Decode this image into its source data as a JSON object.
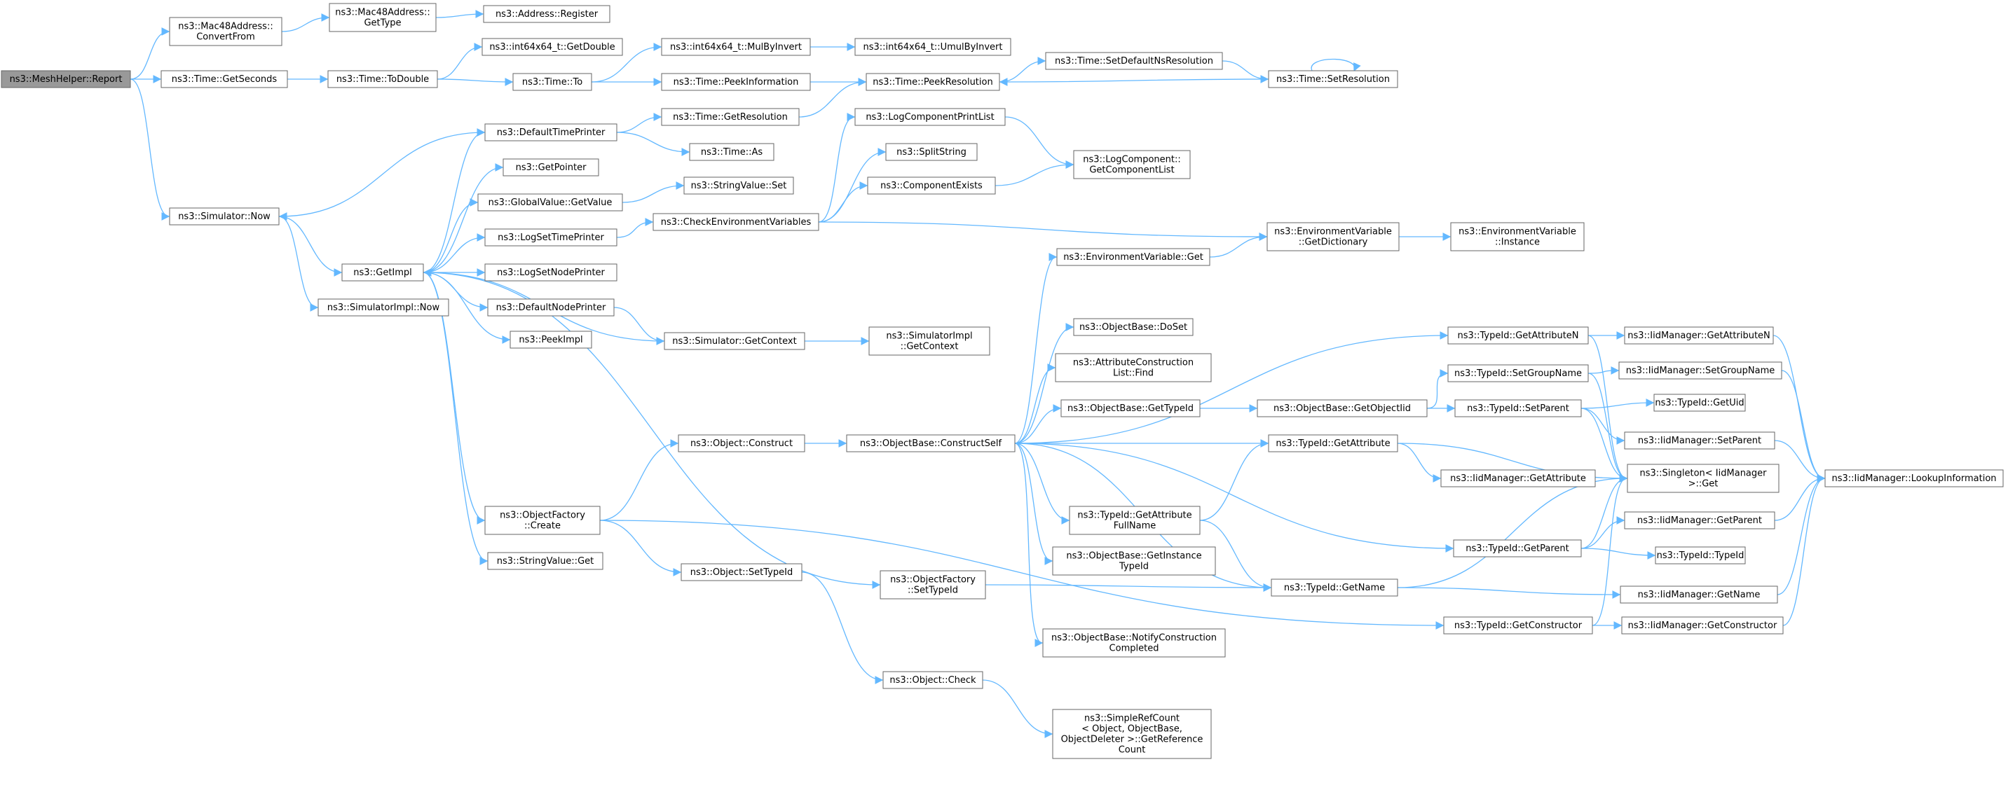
{
  "graph": {
    "root": "report",
    "colors": {
      "edge": "#63b8ff",
      "root_fill": "#999999",
      "node_border": "#666666"
    },
    "nodes": [
      {
        "id": "report",
        "lines": [
          "ns3::MeshHelper::Report"
        ]
      },
      {
        "id": "mac48cf",
        "lines": [
          "ns3::Mac48Address::",
          "ConvertFrom"
        ]
      },
      {
        "id": "mac48gt",
        "lines": [
          "ns3::Mac48Address::",
          "GetType"
        ]
      },
      {
        "id": "addrreg",
        "lines": [
          "ns3::Address::Register"
        ]
      },
      {
        "id": "getsec",
        "lines": [
          "ns3::Time::GetSeconds"
        ]
      },
      {
        "id": "todouble",
        "lines": [
          "ns3::Time::ToDouble"
        ]
      },
      {
        "id": "getdouble",
        "lines": [
          "ns3::int64x64_t::GetDouble"
        ]
      },
      {
        "id": "timeto",
        "lines": [
          "ns3::Time::To"
        ]
      },
      {
        "id": "mulbyinv",
        "lines": [
          "ns3::int64x64_t::MulByInvert"
        ]
      },
      {
        "id": "umulbyinv",
        "lines": [
          "ns3::int64x64_t::UmulByInvert"
        ]
      },
      {
        "id": "peekinfo",
        "lines": [
          "ns3::Time::PeekInformation"
        ]
      },
      {
        "id": "peekres",
        "lines": [
          "ns3::Time::PeekResolution"
        ]
      },
      {
        "id": "setdefns",
        "lines": [
          "ns3::Time::SetDefaultNsResolution"
        ]
      },
      {
        "id": "setres",
        "lines": [
          "ns3::Time::SetResolution"
        ]
      },
      {
        "id": "simnow",
        "lines": [
          "ns3::Simulator::Now"
        ]
      },
      {
        "id": "deftp",
        "lines": [
          "ns3::DefaultTimePrinter"
        ]
      },
      {
        "id": "getres",
        "lines": [
          "ns3::Time::GetResolution"
        ]
      },
      {
        "id": "timeas",
        "lines": [
          "ns3::Time::As"
        ]
      },
      {
        "id": "getptr",
        "lines": [
          "ns3::GetPointer"
        ]
      },
      {
        "id": "gvget",
        "lines": [
          "ns3::GlobalValue::GetValue"
        ]
      },
      {
        "id": "svset",
        "lines": [
          "ns3::StringValue::Set"
        ]
      },
      {
        "id": "logstp",
        "lines": [
          "ns3::LogSetTimePrinter"
        ]
      },
      {
        "id": "checkenv",
        "lines": [
          "ns3::CheckEnvironmentVariables"
        ]
      },
      {
        "id": "logcpl",
        "lines": [
          "ns3::LogComponentPrintList"
        ]
      },
      {
        "id": "splitstr",
        "lines": [
          "ns3::SplitString"
        ]
      },
      {
        "id": "compexists",
        "lines": [
          "ns3::ComponentExists"
        ]
      },
      {
        "id": "lcgcl",
        "lines": [
          "ns3::LogComponent::",
          "GetComponentList"
        ]
      },
      {
        "id": "evgetdict",
        "lines": [
          "ns3::EnvironmentVariable",
          "::GetDictionary"
        ]
      },
      {
        "id": "evinst",
        "lines": [
          "ns3::EnvironmentVariable",
          "::Instance"
        ]
      },
      {
        "id": "getimpl",
        "lines": [
          "ns3::GetImpl"
        ]
      },
      {
        "id": "simimplnow",
        "lines": [
          "ns3::SimulatorImpl::Now"
        ]
      },
      {
        "id": "logsnp",
        "lines": [
          "ns3::LogSetNodePrinter"
        ]
      },
      {
        "id": "defnp",
        "lines": [
          "ns3::DefaultNodePrinter"
        ]
      },
      {
        "id": "peekimpl",
        "lines": [
          "ns3::PeekImpl"
        ]
      },
      {
        "id": "simgetctx",
        "lines": [
          "ns3::Simulator::GetContext"
        ]
      },
      {
        "id": "simimplgetctx",
        "lines": [
          "ns3::SimulatorImpl",
          "::GetContext"
        ]
      },
      {
        "id": "evget",
        "lines": [
          "ns3::EnvironmentVariable::Get"
        ]
      },
      {
        "id": "obdoset",
        "lines": [
          "ns3::ObjectBase::DoSet"
        ]
      },
      {
        "id": "attrcons",
        "lines": [
          "ns3::AttributeConstruction",
          "List::Find"
        ]
      },
      {
        "id": "obgettid",
        "lines": [
          "ns3::ObjectBase::GetTypeId"
        ]
      },
      {
        "id": "objconstruct",
        "lines": [
          "ns3::Object::Construct"
        ]
      },
      {
        "id": "obconstructself",
        "lines": [
          "ns3::ObjectBase::ConstructSelf"
        ]
      },
      {
        "id": "objfactcreate",
        "lines": [
          "ns3::ObjectFactory",
          "::Create"
        ]
      },
      {
        "id": "objsettid",
        "lines": [
          "ns3::Object::SetTypeId"
        ]
      },
      {
        "id": "svget",
        "lines": [
          "ns3::StringValue::Get"
        ]
      },
      {
        "id": "objfactsettid",
        "lines": [
          "ns3::ObjectFactory",
          "::SetTypeId"
        ]
      },
      {
        "id": "objcheck",
        "lines": [
          "ns3::Object::Check"
        ]
      },
      {
        "id": "srcgetref",
        "lines": [
          "ns3::SimpleRefCount",
          "< Object, ObjectBase,",
          "ObjectDeleter >::GetReference",
          "Count"
        ]
      },
      {
        "id": "tidgetattrfull",
        "lines": [
          "ns3::TypeId::GetAttribute",
          "FullName"
        ]
      },
      {
        "id": "obgetinsttid",
        "lines": [
          "ns3::ObjectBase::GetInstance",
          "TypeId"
        ]
      },
      {
        "id": "obnotify",
        "lines": [
          "ns3::ObjectBase::NotifyConstruction",
          "Completed"
        ]
      },
      {
        "id": "obgetoid",
        "lines": [
          "ns3::ObjectBase::GetObjectIid"
        ]
      },
      {
        "id": "tidgetattrn",
        "lines": [
          "ns3::TypeId::GetAttributeN"
        ]
      },
      {
        "id": "tidsetgroup",
        "lines": [
          "ns3::TypeId::SetGroupName"
        ]
      },
      {
        "id": "tidsetparent",
        "lines": [
          "ns3::TypeId::SetParent"
        ]
      },
      {
        "id": "tidgetattr",
        "lines": [
          "ns3::TypeId::GetAttribute"
        ]
      },
      {
        "id": "iidgetattr",
        "lines": [
          "ns3::IidManager::GetAttribute"
        ]
      },
      {
        "id": "tidgetparent",
        "lines": [
          "ns3::TypeId::GetParent"
        ]
      },
      {
        "id": "tidgetname",
        "lines": [
          "ns3::TypeId::GetName"
        ]
      },
      {
        "id": "tidgetctor",
        "lines": [
          "ns3::TypeId::GetConstructor"
        ]
      },
      {
        "id": "iidgetattrn",
        "lines": [
          "ns3::IidManager::GetAttributeN"
        ]
      },
      {
        "id": "iidsetgroup",
        "lines": [
          "ns3::IidManager::SetGroupName"
        ]
      },
      {
        "id": "tidgetuid",
        "lines": [
          "ns3::TypeId::GetUid"
        ]
      },
      {
        "id": "iidsetparent",
        "lines": [
          "ns3::IidManager::SetParent"
        ]
      },
      {
        "id": "singletonget",
        "lines": [
          "ns3::Singleton< IidManager",
          ">::Get"
        ]
      },
      {
        "id": "iidgetparent",
        "lines": [
          "ns3::IidManager::GetParent"
        ]
      },
      {
        "id": "tidtypeid",
        "lines": [
          "ns3::TypeId::TypeId"
        ]
      },
      {
        "id": "iidgetname",
        "lines": [
          "ns3::IidManager::GetName"
        ]
      },
      {
        "id": "iidgetctor",
        "lines": [
          "ns3::IidManager::GetConstructor"
        ]
      },
      {
        "id": "iidlookup",
        "lines": [
          "ns3::IidManager::LookupInformation"
        ]
      }
    ],
    "edges": [
      [
        "report",
        "mac48cf"
      ],
      [
        "report",
        "getsec"
      ],
      [
        "report",
        "simnow"
      ],
      [
        "mac48cf",
        "mac48gt"
      ],
      [
        "mac48gt",
        "addrreg"
      ],
      [
        "getsec",
        "todouble"
      ],
      [
        "todouble",
        "getdouble"
      ],
      [
        "todouble",
        "timeto"
      ],
      [
        "timeto",
        "mulbyinv"
      ],
      [
        "timeto",
        "peekinfo"
      ],
      [
        "mulbyinv",
        "umulbyinv"
      ],
      [
        "peekinfo",
        "peekres"
      ],
      [
        "peekres",
        "setdefns"
      ],
      [
        "setdefns",
        "setres"
      ],
      [
        "setres",
        "peekres"
      ],
      [
        "setres",
        "setres"
      ],
      [
        "simnow",
        "getimpl"
      ],
      [
        "simnow",
        "simimplnow"
      ],
      [
        "getimpl",
        "deftp"
      ],
      [
        "getimpl",
        "getptr"
      ],
      [
        "getimpl",
        "gvget"
      ],
      [
        "getimpl",
        "logstp"
      ],
      [
        "getimpl",
        "logsnp"
      ],
      [
        "getimpl",
        "defnp"
      ],
      [
        "getimpl",
        "peekimpl"
      ],
      [
        "getimpl",
        "objfactcreate"
      ],
      [
        "getimpl",
        "svget"
      ],
      [
        "getimpl",
        "objfactsettid"
      ],
      [
        "deftp",
        "getres"
      ],
      [
        "deftp",
        "timeas"
      ],
      [
        "deftp",
        "simnow"
      ],
      [
        "getres",
        "peekres"
      ],
      [
        "gvget",
        "svset"
      ],
      [
        "logstp",
        "checkenv"
      ],
      [
        "checkenv",
        "logcpl"
      ],
      [
        "checkenv",
        "splitstr"
      ],
      [
        "checkenv",
        "compexists"
      ],
      [
        "checkenv",
        "evgetdict"
      ],
      [
        "logcpl",
        "lcgcl"
      ],
      [
        "compexists",
        "lcgcl"
      ],
      [
        "evgetdict",
        "evinst"
      ],
      [
        "defnp",
        "simgetctx"
      ],
      [
        "simgetctx",
        "simimplgetctx"
      ],
      [
        "simgetctx",
        "getimpl"
      ],
      [
        "objfactcreate",
        "objconstruct"
      ],
      [
        "objfactcreate",
        "objsettid"
      ],
      [
        "objfactcreate",
        "tidgetctor"
      ],
      [
        "objconstruct",
        "obconstructself"
      ],
      [
        "obconstructself",
        "evget"
      ],
      [
        "obconstructself",
        "obdoset"
      ],
      [
        "obconstructself",
        "attrcons"
      ],
      [
        "obconstructself",
        "obgettid"
      ],
      [
        "obconstructself",
        "tidgetattr"
      ],
      [
        "obconstructself",
        "tidgetattrfull"
      ],
      [
        "obconstructself",
        "obgetinsttid"
      ],
      [
        "obconstructself",
        "obnotify"
      ],
      [
        "obconstructself",
        "tidgetname"
      ],
      [
        "obconstructself",
        "tidgetparent"
      ],
      [
        "obconstructself",
        "tidgetattrn"
      ],
      [
        "evget",
        "evgetdict"
      ],
      [
        "obgettid",
        "obgetoid"
      ],
      [
        "obgetoid",
        "tidsetgroup"
      ],
      [
        "obgetoid",
        "tidsetparent"
      ],
      [
        "tidgetattrfull",
        "tidgetattr"
      ],
      [
        "tidgetattrfull",
        "tidgetname"
      ],
      [
        "tidgetattr",
        "iidgetattr"
      ],
      [
        "tidgetattr",
        "singletonget"
      ],
      [
        "tidgetattrn",
        "iidgetattrn"
      ],
      [
        "tidgetattrn",
        "singletonget"
      ],
      [
        "tidsetgroup",
        "iidsetgroup"
      ],
      [
        "tidsetgroup",
        "singletonget"
      ],
      [
        "tidsetparent",
        "tidgetuid"
      ],
      [
        "tidsetparent",
        "iidsetparent"
      ],
      [
        "tidsetparent",
        "singletonget"
      ],
      [
        "tidgetparent",
        "iidgetparent"
      ],
      [
        "tidgetparent",
        "tidtypeid"
      ],
      [
        "tidgetparent",
        "singletonget"
      ],
      [
        "tidgetname",
        "iidgetname"
      ],
      [
        "tidgetname",
        "singletonget"
      ],
      [
        "tidgetctor",
        "iidgetctor"
      ],
      [
        "tidgetctor",
        "singletonget"
      ],
      [
        "iidgetattrn",
        "iidlookup"
      ],
      [
        "iidsetgroup",
        "iidlookup"
      ],
      [
        "iidsetparent",
        "iidlookup"
      ],
      [
        "iidgetparent",
        "iidlookup"
      ],
      [
        "iidgetname",
        "iidlookup"
      ],
      [
        "iidgetctor",
        "iidlookup"
      ],
      [
        "objsettid",
        "objcheck"
      ],
      [
        "objcheck",
        "srcgetref"
      ],
      [
        "objfactsettid",
        "tidgetname"
      ]
    ]
  }
}
